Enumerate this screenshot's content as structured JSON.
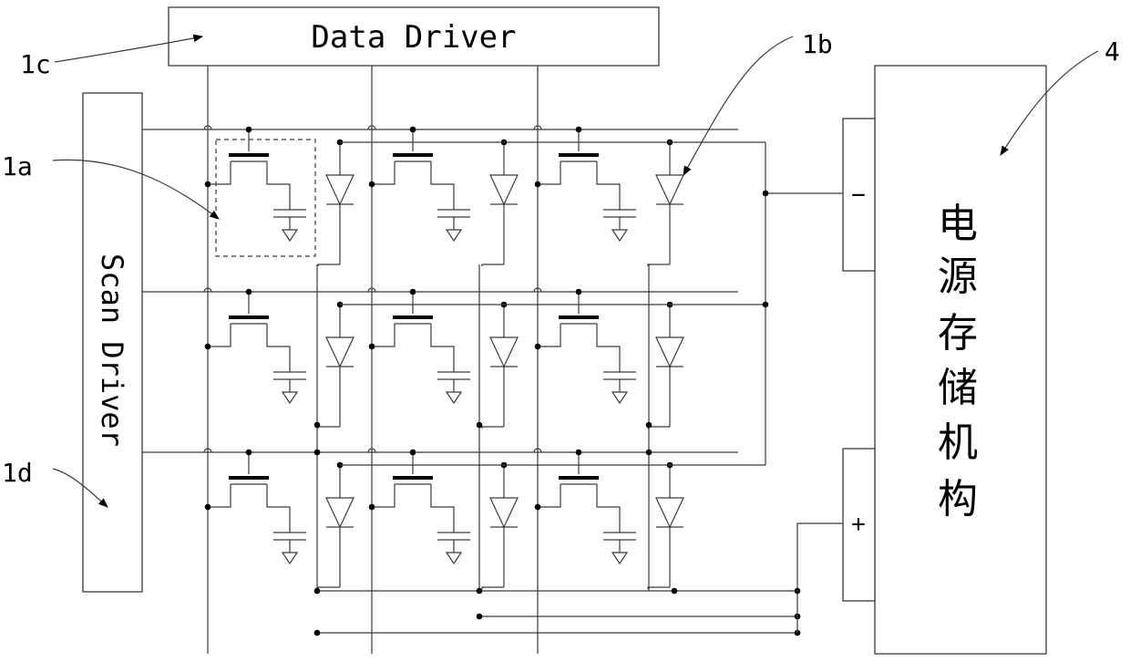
{
  "diagram": {
    "data_driver_label": "Data Driver",
    "scan_driver_label": "Scan Driver",
    "storage_label_chars": [
      "电",
      "源",
      "存",
      "储",
      "机",
      "构"
    ],
    "minus_label": "−",
    "plus_label": "+",
    "callouts": {
      "c1a": "1a",
      "c1b": "1b",
      "c1c": "1c",
      "c1d": "1d",
      "c4": "4"
    },
    "grid": {
      "rows": 3,
      "cols": 3
    }
  }
}
